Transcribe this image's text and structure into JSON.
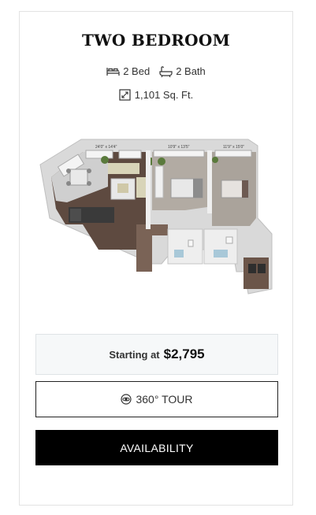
{
  "unit": {
    "title": "TWO BEDROOM",
    "bed_label": "2 Bed",
    "bath_label": "2 Bath",
    "sqft_label": "1,101 Sq. Ft."
  },
  "floorplan": {
    "dim_living": "24'0\" x 14'4\"",
    "dim_bed2": "10'9\" x 13'5\"",
    "dim_bed1": "11'9\" x 15'0\""
  },
  "pricing": {
    "label": "Starting at",
    "value": "$2,795"
  },
  "actions": {
    "tour_label": "360° TOUR",
    "availability_label": "AVAILABILITY"
  },
  "icons": [
    "bed-icon",
    "bath-icon",
    "area-icon",
    "tour-360-icon"
  ]
}
